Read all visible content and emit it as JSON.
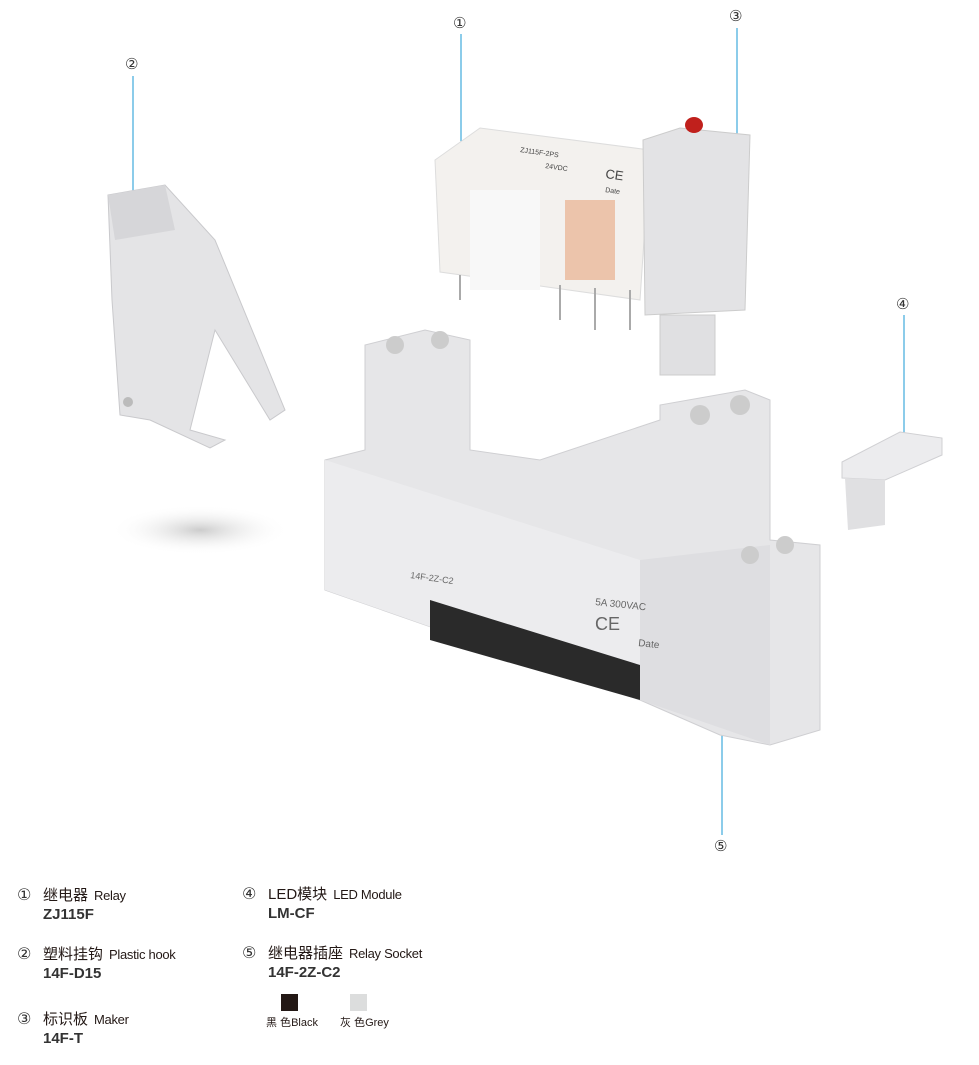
{
  "callouts": [
    "①",
    "②",
    "③",
    "④",
    "⑤"
  ],
  "relay_print": {
    "model": "ZJ115F-2PS",
    "voltage": "24VDC",
    "mark": "CE",
    "date": "Date"
  },
  "socket_print": {
    "model": "14F-2Z-C2",
    "rating": "5A 300VAC",
    "mark": "CE",
    "date": "Date"
  },
  "legend": [
    {
      "num": "①",
      "cn": "继电器",
      "en": "Relay",
      "model": "ZJ115F"
    },
    {
      "num": "②",
      "cn": "塑料挂钩",
      "en": "Plastic hook",
      "model": "14F-D15"
    },
    {
      "num": "③",
      "cn": "标识板",
      "en": "Maker",
      "model": "14F-T"
    },
    {
      "num": "④",
      "cn": "LED模块",
      "en": "LED Module",
      "model": "LM-CF"
    },
    {
      "num": "⑤",
      "cn": "继电器插座",
      "en": "Relay Socket",
      "model": "14F-2Z-C2"
    }
  ],
  "colors": [
    {
      "cn": "黑 色",
      "en": "Black",
      "hex": "#231815"
    },
    {
      "cn": "灰 色",
      "en": "Grey",
      "hex": "#dcdddd"
    }
  ],
  "leader_color": "#1a9ad6"
}
